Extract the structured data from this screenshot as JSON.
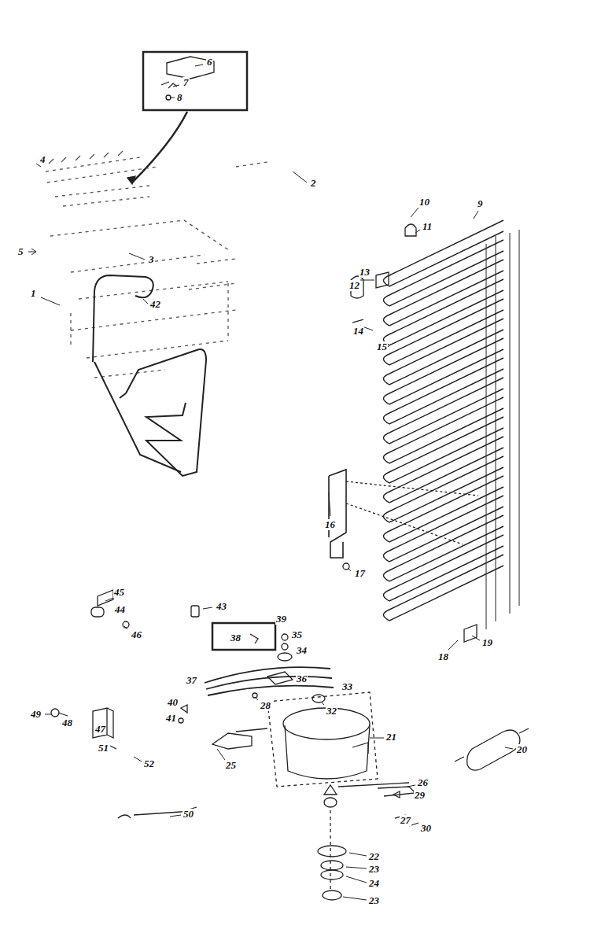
{
  "diagram": {
    "labels": [
      "6",
      "7",
      "8",
      "2",
      "4",
      "5",
      "3",
      "1",
      "9",
      "10",
      "11",
      "13",
      "12",
      "14",
      "15",
      "42",
      "45",
      "44",
      "46",
      "43",
      "16",
      "17",
      "18",
      "19",
      "35",
      "34",
      "39",
      "38",
      "37",
      "36",
      "33",
      "28",
      "32",
      "40",
      "41",
      "49",
      "48",
      "47",
      "51",
      "52",
      "25",
      "21",
      "20",
      "26",
      "29",
      "27",
      "30",
      "22",
      "23",
      "24",
      "23",
      "50"
    ]
  }
}
